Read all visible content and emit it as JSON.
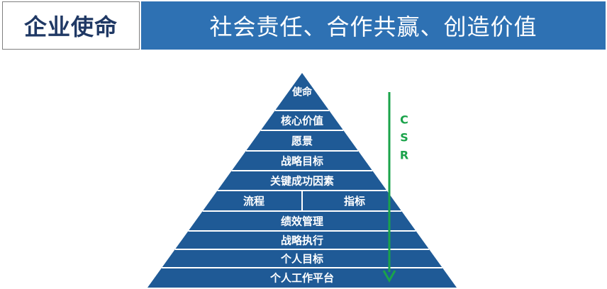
{
  "header": {
    "label": "企业使命",
    "slogan": "社会责任、合作共赢、创造价值"
  },
  "pyramid": {
    "levels": [
      [
        "使命"
      ],
      [
        "核心价值"
      ],
      [
        "愿景"
      ],
      [
        "战略目标"
      ],
      [
        "关键成功因素"
      ],
      [
        "流程",
        "指标"
      ],
      [
        "绩效管理"
      ],
      [
        "战略执行"
      ],
      [
        "个人目标"
      ],
      [
        "个人工作平台"
      ]
    ]
  },
  "arrow": {
    "label_letters": [
      "C",
      "S",
      "R"
    ]
  },
  "colors": {
    "pyramid_fill": "#1f5a96",
    "divider": "#ffffff",
    "banner": "#2e71b3",
    "arrow": "#1aa34a"
  }
}
